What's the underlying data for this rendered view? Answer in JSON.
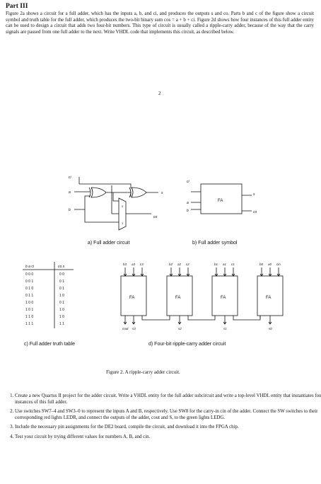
{
  "part_title": "Part III",
  "intro": "Figure 2a shows a circuit for a full adder, which has the inputs a, b, and ci, and produces the outputs s and co. Parts b and c of the figure show a circuit symbol and truth table for the full adder, which produces the two-bit binary sum cos = a + b + ci. Figure 2d shows how four instances of this full adder entity can be used to design a circuit that adds two four-bit numbers. This type of circuit is usually called a ripple-carry adder, because of the way that the carry signals are passed from one full adder to the next. Write VHDL code that implements this circuit, as described below.",
  "page_number": "2",
  "figure": {
    "a_label": "a) Full adder circuit",
    "b_label": "b) Full adder symbol",
    "c_label": "c) Full adder truth table",
    "d_label": "d) Four-bit ripple-carry adder circuit",
    "circuit_inputs": [
      "ci",
      "a",
      "b"
    ],
    "circuit_outputs": [
      "s",
      "co"
    ],
    "mux_inputs": [
      "0",
      "1"
    ],
    "fa_text": "FA",
    "symbol_inputs": [
      "ci",
      "a",
      "b"
    ],
    "symbol_outputs": [
      "s",
      "co"
    ],
    "truth_table": {
      "headers": [
        "b a ci",
        "co s"
      ],
      "rows": [
        [
          "0 0 0",
          "0 0"
        ],
        [
          "0 0 1",
          "0 1"
        ],
        [
          "0 1 0",
          "0 1"
        ],
        [
          "0 1 1",
          "1 0"
        ],
        [
          "1 0 0",
          "0 1"
        ],
        [
          "1 0 1",
          "1 0"
        ],
        [
          "1 1 0",
          "1 0"
        ],
        [
          "1 1 1",
          "1 1"
        ]
      ]
    },
    "ripple": {
      "blocks": [
        {
          "inputs": [
            "b3",
            "a3",
            "c3"
          ],
          "output": "s3"
        },
        {
          "inputs": [
            "b2",
            "a2",
            "c2"
          ],
          "output": "s2"
        },
        {
          "inputs": [
            "b1",
            "a1",
            "c1"
          ],
          "output": "s1"
        },
        {
          "inputs": [
            "b0",
            "a0",
            "cin"
          ],
          "output": "s0"
        }
      ],
      "cout": "cout"
    }
  },
  "caption": "Figure 2. A ripple-carry adder circuit.",
  "steps": [
    "Create a new Quartus II project for the adder circuit. Write a VHDL entity for the full adder subcircuit and write a top-level VHDL entity that instantiates four instances of this full adder.",
    "Use switches SW7–4 and SW3–0 to represent the inputs A and B, respectively. Use SW8 for the carry-in cin of the adder. Connect the SW switches to their corresponding red lights LEDR, and connect the outputs of the adder, cout and S, to the green lights LEDG.",
    "Include the necessary pin assignments for the DE2 board, compile the circuit, and download it into the FPGA chip.",
    "Test your circuit by trying different values for numbers A, B, and cin."
  ]
}
